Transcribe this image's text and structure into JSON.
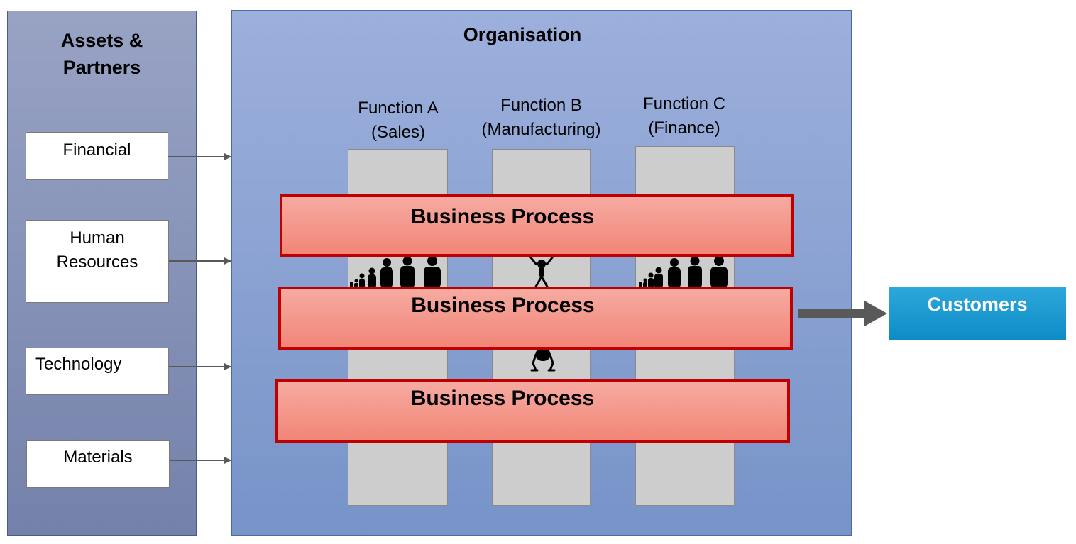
{
  "assets": {
    "title": "Assets &\nPartners",
    "items": [
      "Financial",
      "Human\nResources",
      "Technology",
      "Materials"
    ]
  },
  "organisation": {
    "title": "Organisation",
    "functions": [
      "Function A\n(Sales)",
      "Function B\n(Manufacturing)",
      "Function C\n(Finance)"
    ],
    "processes": [
      "Business Process",
      "Business Process",
      "Business Process"
    ]
  },
  "customers": {
    "label": "Customers"
  },
  "colors": {
    "process_border": "#c00000",
    "customers_fill": "#1a9ad4",
    "panel_fill": "#8ea0cf"
  }
}
